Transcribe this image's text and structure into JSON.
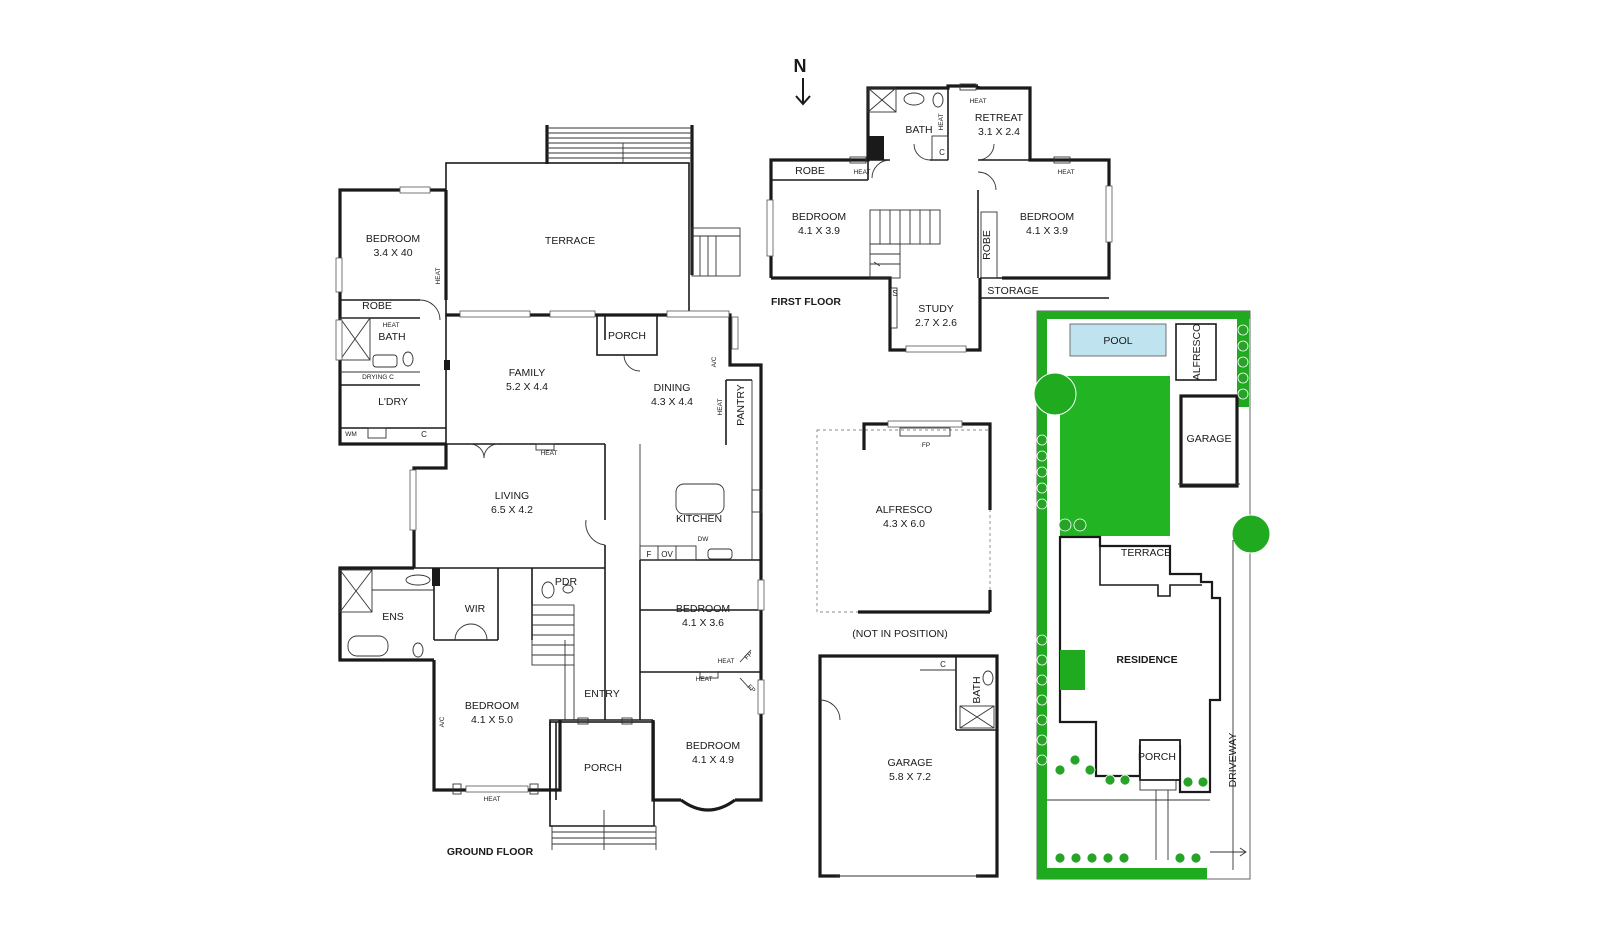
{
  "compass": {
    "letter": "N"
  },
  "ground_floor": {
    "caption": "GROUND FLOOR",
    "rooms": [
      {
        "key": "bedroom_w",
        "name": "BEDROOM",
        "size": "3.4 X 40"
      },
      {
        "key": "terrace",
        "name": "TERRACE",
        "size": ""
      },
      {
        "key": "family",
        "name": "FAMILY",
        "size": "5.2 X 4.4"
      },
      {
        "key": "dining",
        "name": "DINING",
        "size": "4.3 X 4.4"
      },
      {
        "key": "living",
        "name": "LIVING",
        "size": "6.5 X 4.2"
      },
      {
        "key": "kitchen",
        "name": "KITCHEN",
        "size": ""
      },
      {
        "key": "bedroom_mid",
        "name": "BEDROOM",
        "size": "4.1 X 3.6"
      },
      {
        "key": "bedroom_master",
        "name": "BEDROOM",
        "size": "4.1 X 5.0"
      },
      {
        "key": "bedroom_se",
        "name": "BEDROOM",
        "size": "4.1 X 4.9"
      }
    ],
    "labels": {
      "robe": "ROBE",
      "bath": "BATH",
      "heat": "HEAT",
      "drying_c": "DRYING C",
      "ldry": "L'DRY",
      "wm": "WM",
      "c": "C",
      "porch": "PORCH",
      "ac": "A/C",
      "pantry": "PANTRY",
      "dw": "DW",
      "f": "F",
      "ov": "OV",
      "ens": "ENS",
      "wir": "WIR",
      "pdr": "PDR",
      "entry": "ENTRY",
      "fp": "FP"
    }
  },
  "first_floor": {
    "caption": "FIRST FLOOR",
    "rooms": [
      {
        "key": "bath",
        "name": "BATH",
        "size": ""
      },
      {
        "key": "retreat",
        "name": "RETREAT",
        "size": "3.1 X 2.4"
      },
      {
        "key": "bedroom_w",
        "name": "BEDROOM",
        "size": "4.1 X 3.9"
      },
      {
        "key": "bedroom_e",
        "name": "BEDROOM",
        "size": "4.1 X 3.9"
      },
      {
        "key": "study",
        "name": "STUDY",
        "size": "2.7 X 2.6"
      }
    ],
    "labels": {
      "robe": "ROBE",
      "heat": "HEAT",
      "c": "C",
      "storage": "STORAGE",
      "s": "S"
    }
  },
  "alfresco": {
    "name": "ALFRESCO",
    "size": "4.3 X 6.0",
    "fp": "FP",
    "note": "(NOT IN POSITION)"
  },
  "garage": {
    "name": "GARAGE",
    "size": "5.8 X 7.2",
    "bath": "BATH",
    "c": "C"
  },
  "site": {
    "pool": "POOL",
    "alfresco": "ALFRESCO",
    "garage": "GARAGE",
    "terrace": "TERRACE",
    "residence": "RESIDENCE",
    "porch": "PORCH",
    "driveway": "DRIVEWAY"
  },
  "colors": {
    "landscape": "#1faa1f",
    "pool": "#bfe3ef",
    "walls": "#1a1a1a"
  }
}
